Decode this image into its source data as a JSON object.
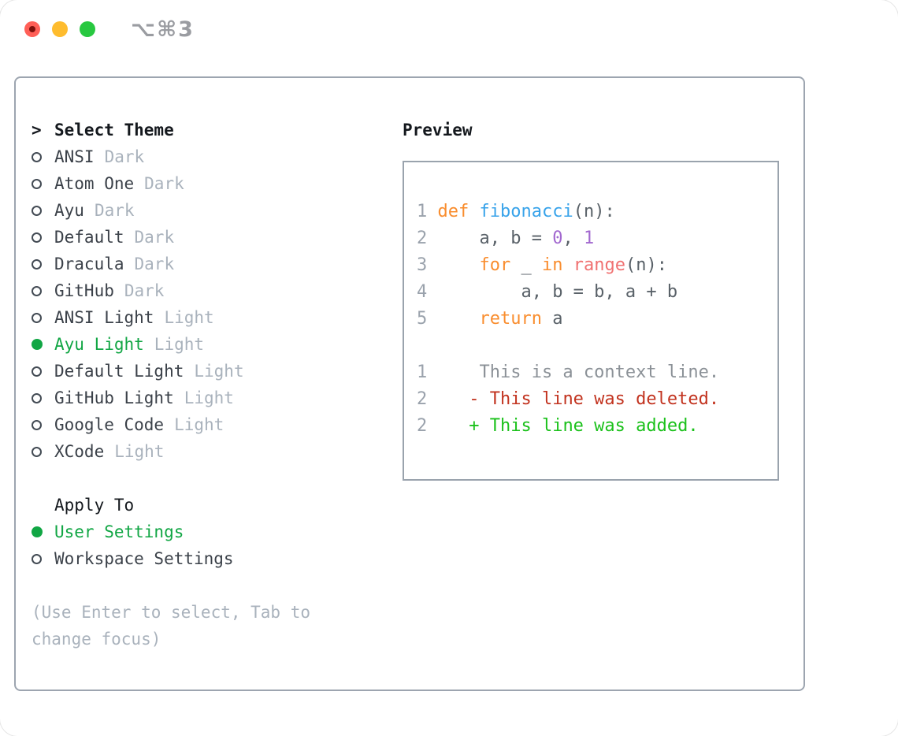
{
  "window": {
    "title": "⌥⌘3"
  },
  "colors": {
    "panelBorder": "#9da5b0",
    "previewBorder": "#9aa3ad",
    "textDark": "#3b4149",
    "textBlack": "#14181d",
    "muted": "#a9b2bc",
    "green": "#11a644",
    "radioBorder": "#434b54",
    "codeFg": "#596168",
    "lineNum": "#9aa2ac",
    "kw": "#f98d2e",
    "fn": "#38a3ea",
    "lit": "#a268cf",
    "builtin": "#f07171",
    "ctx": "#8b9197",
    "del": "#c2331f",
    "add": "#1bc11b",
    "trafficRed": "#ff5f57",
    "trafficRedDot": "#7d100b",
    "trafficYellow": "#febc2e",
    "trafficGreen": "#28c840",
    "titleGray": "#9a9ca1"
  },
  "theme_panel": {
    "prompt": ">",
    "title": "Select Theme",
    "items": [
      {
        "label": "ANSI",
        "variant": "Dark",
        "selected": false
      },
      {
        "label": "Atom One",
        "variant": "Dark",
        "selected": false
      },
      {
        "label": "Ayu",
        "variant": "Dark",
        "selected": false
      },
      {
        "label": "Default",
        "variant": "Dark",
        "selected": false
      },
      {
        "label": "Dracula",
        "variant": "Dark",
        "selected": false
      },
      {
        "label": "GitHub",
        "variant": "Dark",
        "selected": false
      },
      {
        "label": "ANSI Light",
        "variant": "Light",
        "selected": false
      },
      {
        "label": "Ayu Light",
        "variant": "Light",
        "selected": true
      },
      {
        "label": "Default Light",
        "variant": "Light",
        "selected": false
      },
      {
        "label": "GitHub Light",
        "variant": "Light",
        "selected": false
      },
      {
        "label": "Google Code",
        "variant": "Light",
        "selected": false
      },
      {
        "label": "XCode",
        "variant": "Light",
        "selected": false
      }
    ]
  },
  "apply_panel": {
    "title": "Apply To",
    "items": [
      {
        "label": "User Settings",
        "selected": true
      },
      {
        "label": "Workspace Settings",
        "selected": false
      }
    ]
  },
  "help": {
    "line1": "(Use Enter to select, Tab to",
    "line2": "change focus)"
  },
  "preview": {
    "title": "Preview",
    "lines": [
      [
        {
          "t": "1 ",
          "c": "num"
        },
        {
          "t": "def ",
          "c": "kw"
        },
        {
          "t": "fibonacci",
          "c": "fn"
        },
        {
          "t": "(n):",
          "c": "fg"
        }
      ],
      [
        {
          "t": "2 ",
          "c": "num"
        },
        {
          "t": "    a, b = ",
          "c": "fg"
        },
        {
          "t": "0",
          "c": "lit"
        },
        {
          "t": ", ",
          "c": "fg"
        },
        {
          "t": "1",
          "c": "lit"
        }
      ],
      [
        {
          "t": "3 ",
          "c": "num"
        },
        {
          "t": "    ",
          "c": "fg"
        },
        {
          "t": "for ",
          "c": "kw"
        },
        {
          "t": "_ ",
          "c": "fg"
        },
        {
          "t": "in ",
          "c": "kw"
        },
        {
          "t": "range",
          "c": "builtin"
        },
        {
          "t": "(n):",
          "c": "fg"
        }
      ],
      [
        {
          "t": "4 ",
          "c": "num"
        },
        {
          "t": "        a, b = b, a + b",
          "c": "fg"
        }
      ],
      [
        {
          "t": "5 ",
          "c": "num"
        },
        {
          "t": "    ",
          "c": "fg"
        },
        {
          "t": "return ",
          "c": "kw"
        },
        {
          "t": "a",
          "c": "fg"
        }
      ],
      [],
      [
        {
          "t": "1",
          "c": "num"
        },
        {
          "t": "     This is a context line.",
          "c": "ctx"
        }
      ],
      [
        {
          "t": "2",
          "c": "num"
        },
        {
          "t": "    ",
          "c": "fg"
        },
        {
          "t": "- This line was deleted.",
          "c": "del"
        }
      ],
      [
        {
          "t": "2",
          "c": "num"
        },
        {
          "t": "    ",
          "c": "fg"
        },
        {
          "t": "+ This line was added.",
          "c": "add"
        }
      ]
    ]
  }
}
